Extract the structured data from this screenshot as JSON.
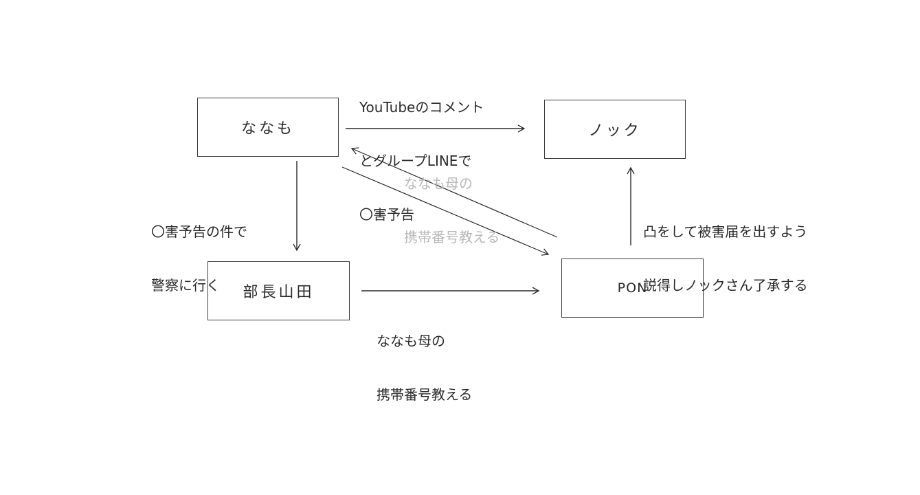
{
  "diagram": {
    "nodes": [
      {
        "id": "nanamo",
        "label": "ななも"
      },
      {
        "id": "nokku",
        "label": "ノック"
      },
      {
        "id": "bucho",
        "label": "部長山田"
      },
      {
        "id": "pon",
        "label": "PON"
      }
    ],
    "edges": [
      {
        "from": "nanamo",
        "to": "nokku",
        "label_lines": [
          "YouTubeのコメント",
          "とグループLINEで",
          "〇害予告"
        ]
      },
      {
        "from": "pon",
        "to": "nanamo",
        "label_lines": [
          "ななも母の",
          "携帯番号教える"
        ],
        "label_style": "faded"
      },
      {
        "from": "nanamo",
        "to": "pon",
        "label_lines": []
      },
      {
        "from": "nanamo",
        "to": "bucho",
        "label_lines": [
          "〇害予告の件で",
          "警察に行く"
        ]
      },
      {
        "from": "bucho",
        "to": "pon",
        "label_lines": [
          "ななも母の",
          "携帯番号教える"
        ]
      },
      {
        "from": "pon",
        "to": "nokku",
        "label_lines": [
          "凸をして被害届を出すよう",
          "説得しノックさん了承する"
        ]
      }
    ]
  },
  "colors": {
    "line": "#2a2a2a",
    "text": "#2a2a2a",
    "faded_text": "#b8b8b8",
    "background": "#ffffff"
  }
}
